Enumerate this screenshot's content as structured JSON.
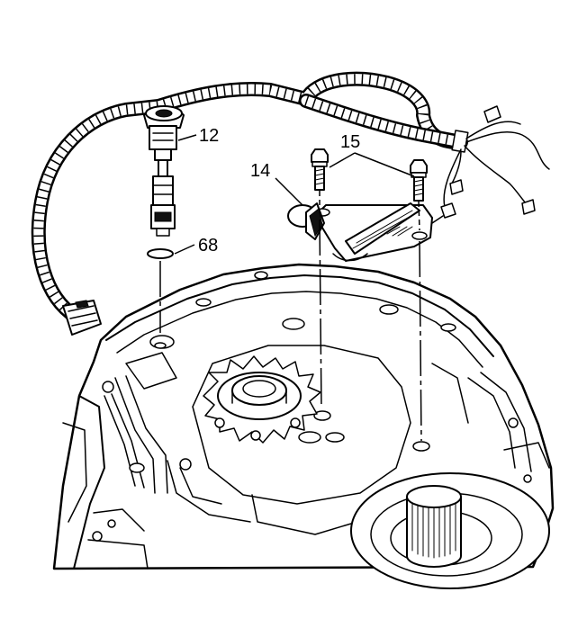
{
  "callouts": {
    "harness_connector": "12",
    "seal": "68",
    "sensor": "14",
    "bolts": "15"
  }
}
